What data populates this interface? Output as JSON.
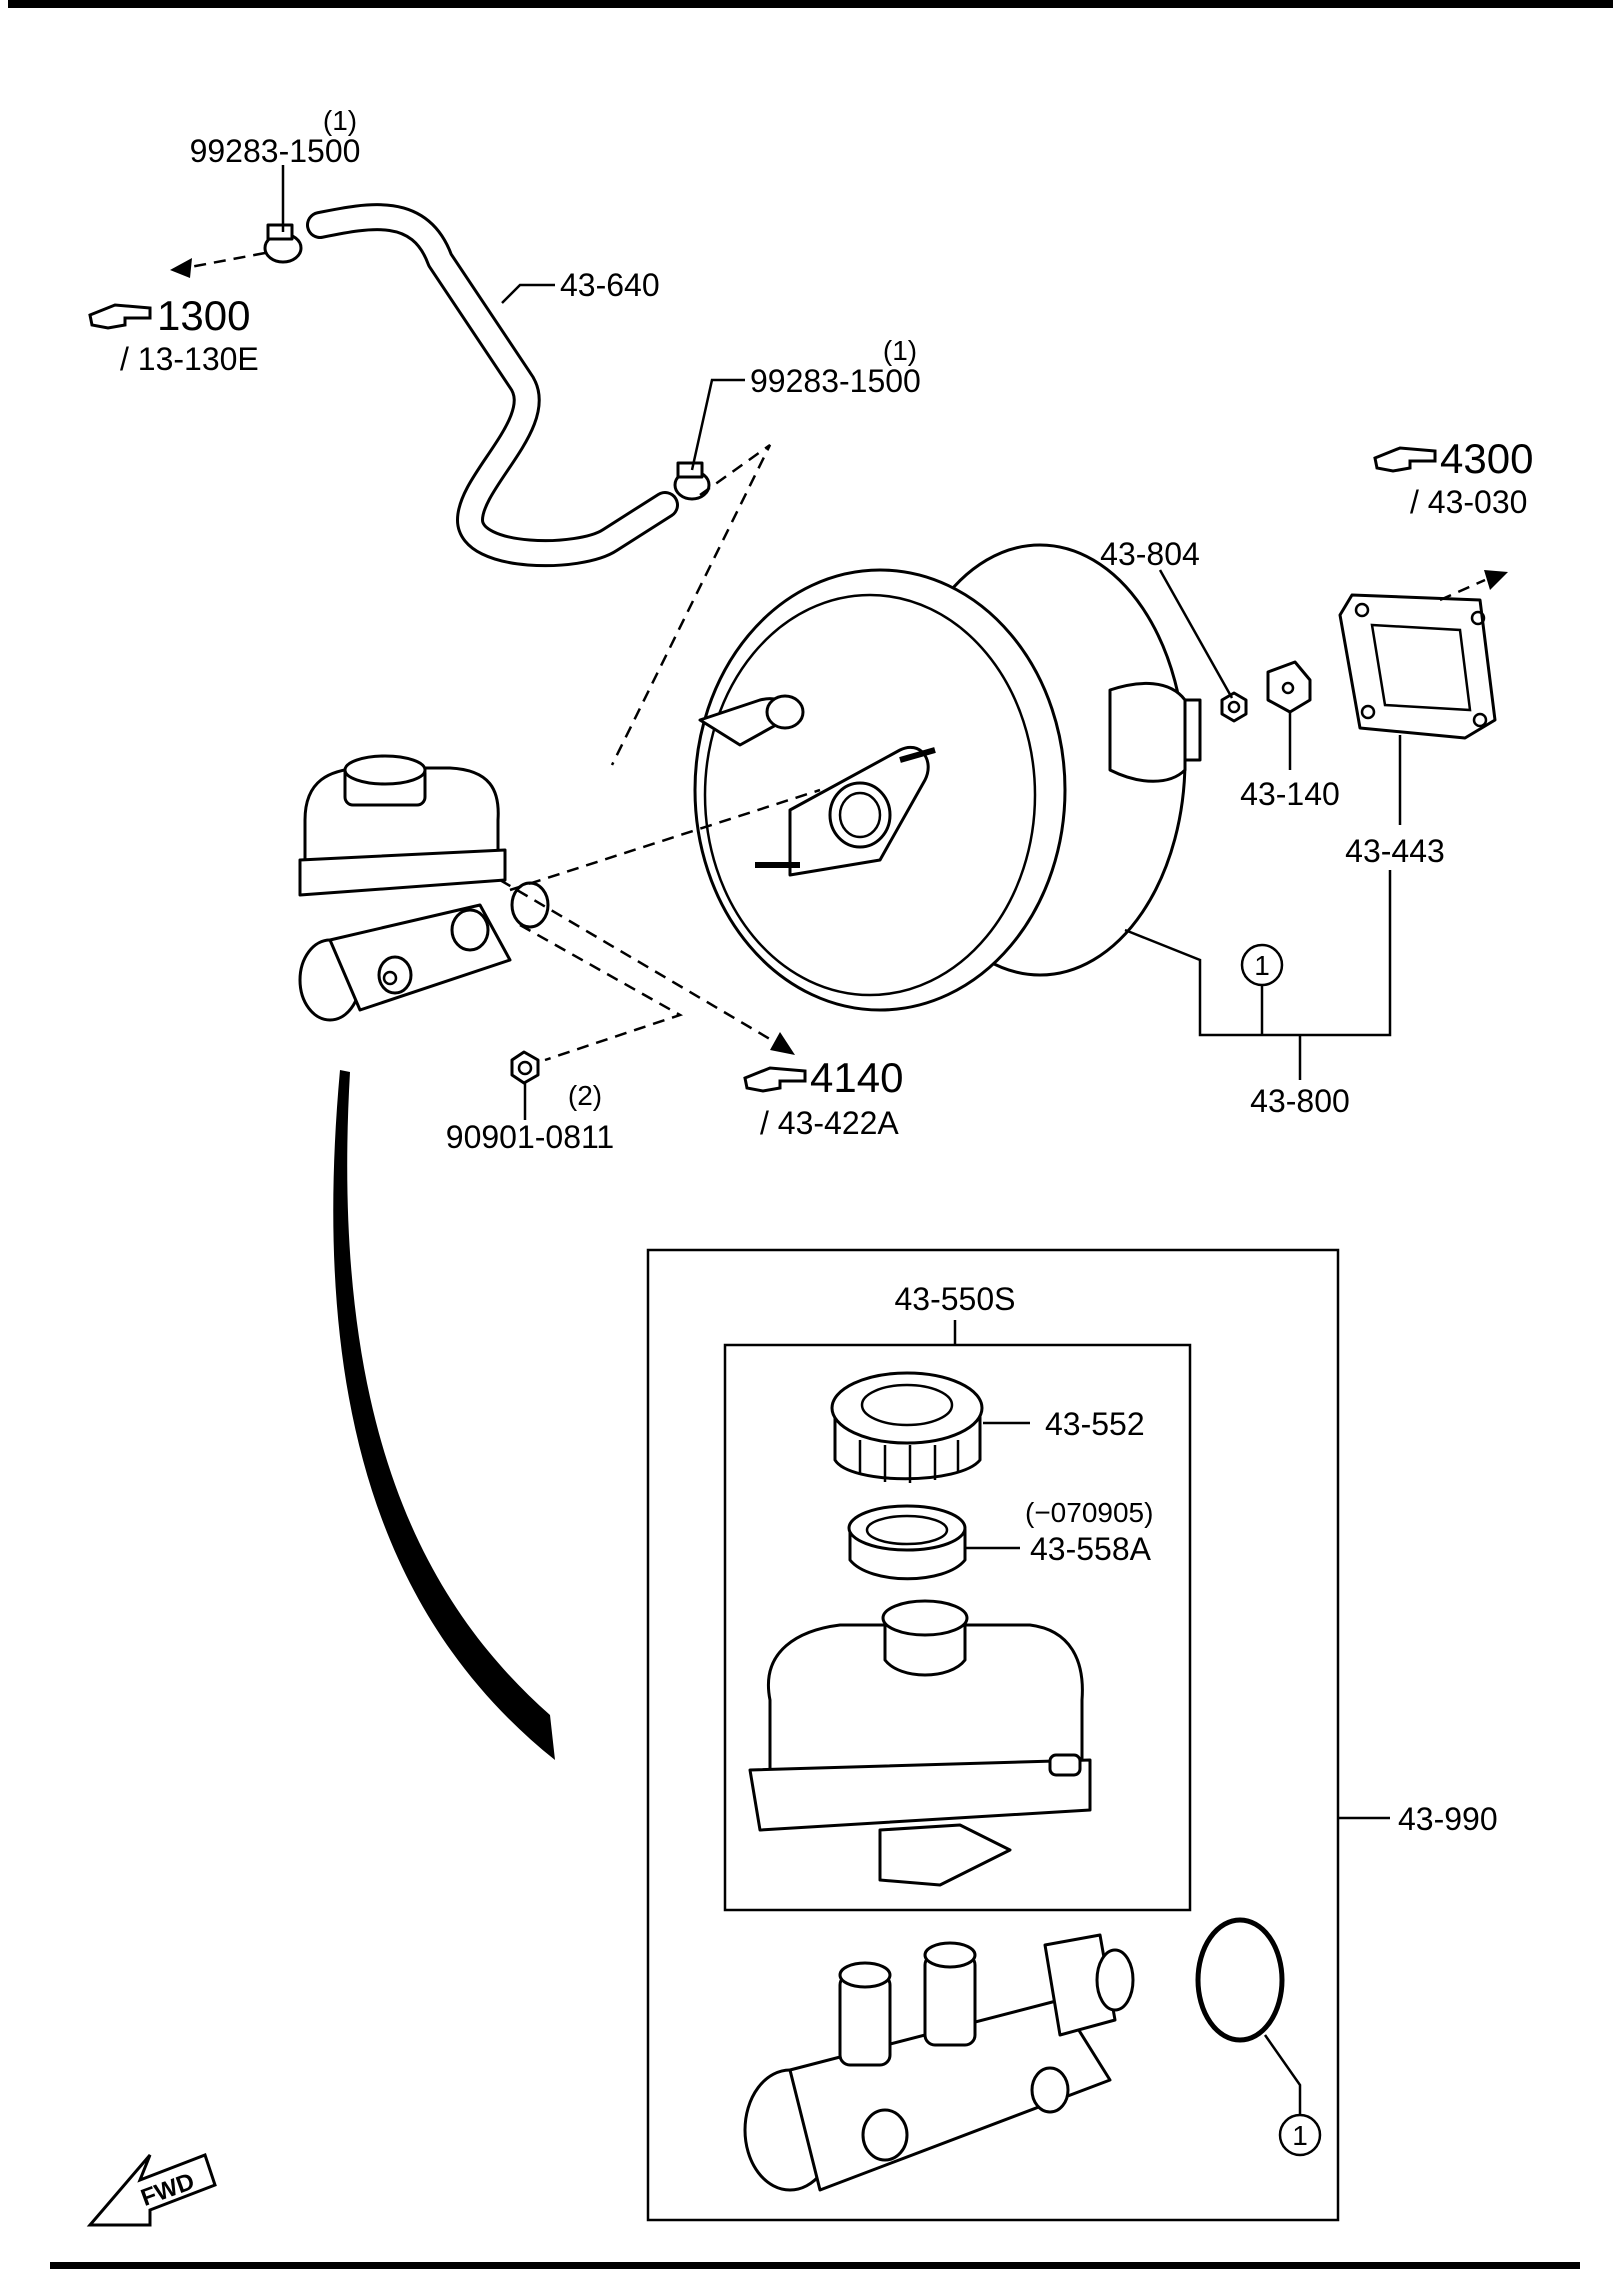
{
  "labels": {
    "clamp_top_qty": "(1)",
    "clamp_top_pn": "99283-1500",
    "hose": "43-640",
    "ref_1300": "1300",
    "ref_1300_sub": "/ 13-130E",
    "clamp_mid_qty": "(1)",
    "clamp_mid_pn": "99283-1500",
    "ref_4300": "4300",
    "ref_4300_sub": "/ 43-030",
    "nut_43_804": "43-804",
    "bracket_43_140": "43-140",
    "gasket_43_443": "43-443",
    "circle_1a": "1",
    "booster_43_800": "43-800",
    "ref_4140": "4140",
    "ref_4140_sub": "/ 43-422A",
    "nut_qty": "(2)",
    "nut_pn": "90901-0811",
    "kit_43_550s": "43-550S",
    "cap_43_552": "43-552",
    "date_range": "(−070905)",
    "strainer_43_558a": "43-558A",
    "master_43_990": "43-990",
    "circle_1b": "1",
    "fwd": "FWD"
  },
  "icons": [
    "pointing-hand-icon",
    "fwd-arrow-icon"
  ]
}
